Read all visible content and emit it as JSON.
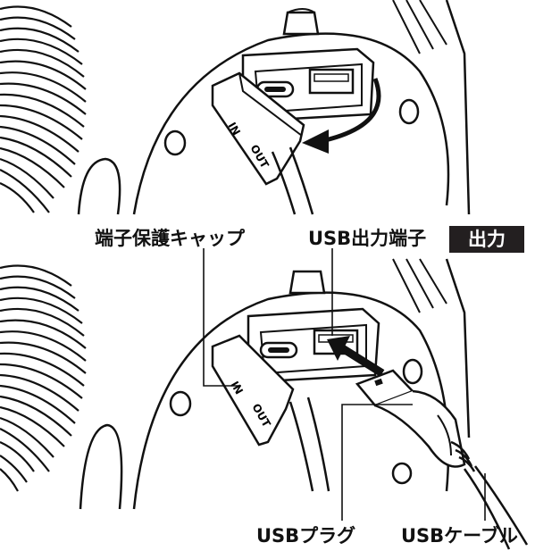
{
  "labels": {
    "protective_cap": "端子保護キャップ",
    "usb_output_port": "USB出力端子",
    "output_badge": "出力",
    "usb_plug": "USBプラグ",
    "usb_cable": "USBケーブル"
  },
  "cap_markings": {
    "in": "IN",
    "out": "OUT"
  }
}
